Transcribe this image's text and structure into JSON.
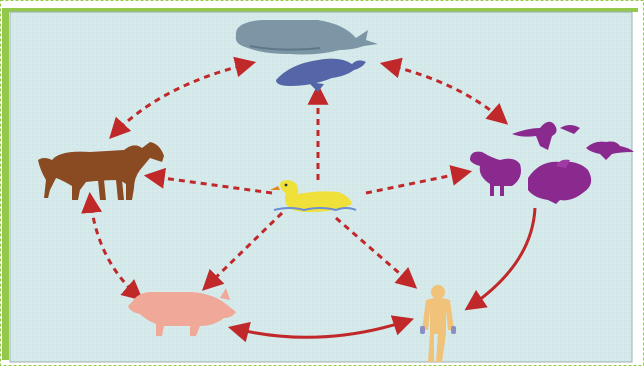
{
  "colors": {
    "outer_border": "#93c84a",
    "frame_edge": "#9fb0b2",
    "background": "#d6eaeb",
    "arrow": "#c0282a",
    "whale": "#7d96a6",
    "seal": "#5566a8",
    "horse": "#8a4a22",
    "birds": "#8a2a8f",
    "duck": "#f0e03a",
    "duck_beak": "#e08a1a",
    "water": "#6a8fd0",
    "pig": "#f0a898",
    "human": "#f0c27a",
    "human_hands": "#8a90c0"
  },
  "diagram": {
    "nodes": [
      {
        "id": "whale",
        "icon": "whale-icon"
      },
      {
        "id": "seal",
        "icon": "seal-icon"
      },
      {
        "id": "horse",
        "icon": "horse-icon"
      },
      {
        "id": "birds",
        "icon": "birds-icon"
      },
      {
        "id": "duck",
        "icon": "duck-icon"
      },
      {
        "id": "pig",
        "icon": "pig-icon"
      },
      {
        "id": "human",
        "icon": "human-icon"
      }
    ],
    "edges": [
      {
        "from": "seal",
        "to": "horse",
        "style": "dashed",
        "direction": "both"
      },
      {
        "from": "seal",
        "to": "birds",
        "style": "dashed",
        "direction": "both"
      },
      {
        "from": "horse",
        "to": "pig",
        "style": "dashed",
        "direction": "both"
      },
      {
        "from": "birds",
        "to": "human",
        "style": "solid",
        "direction": "forward"
      },
      {
        "from": "pig",
        "to": "human",
        "style": "solid",
        "direction": "both"
      },
      {
        "from": "duck",
        "to": "seal",
        "style": "dashed",
        "direction": "forward"
      },
      {
        "from": "duck",
        "to": "horse",
        "style": "dashed",
        "direction": "forward"
      },
      {
        "from": "duck",
        "to": "birds",
        "style": "dashed",
        "direction": "forward"
      },
      {
        "from": "duck",
        "to": "pig",
        "style": "dashed",
        "direction": "forward"
      },
      {
        "from": "duck",
        "to": "human",
        "style": "dashed",
        "direction": "forward"
      }
    ]
  }
}
